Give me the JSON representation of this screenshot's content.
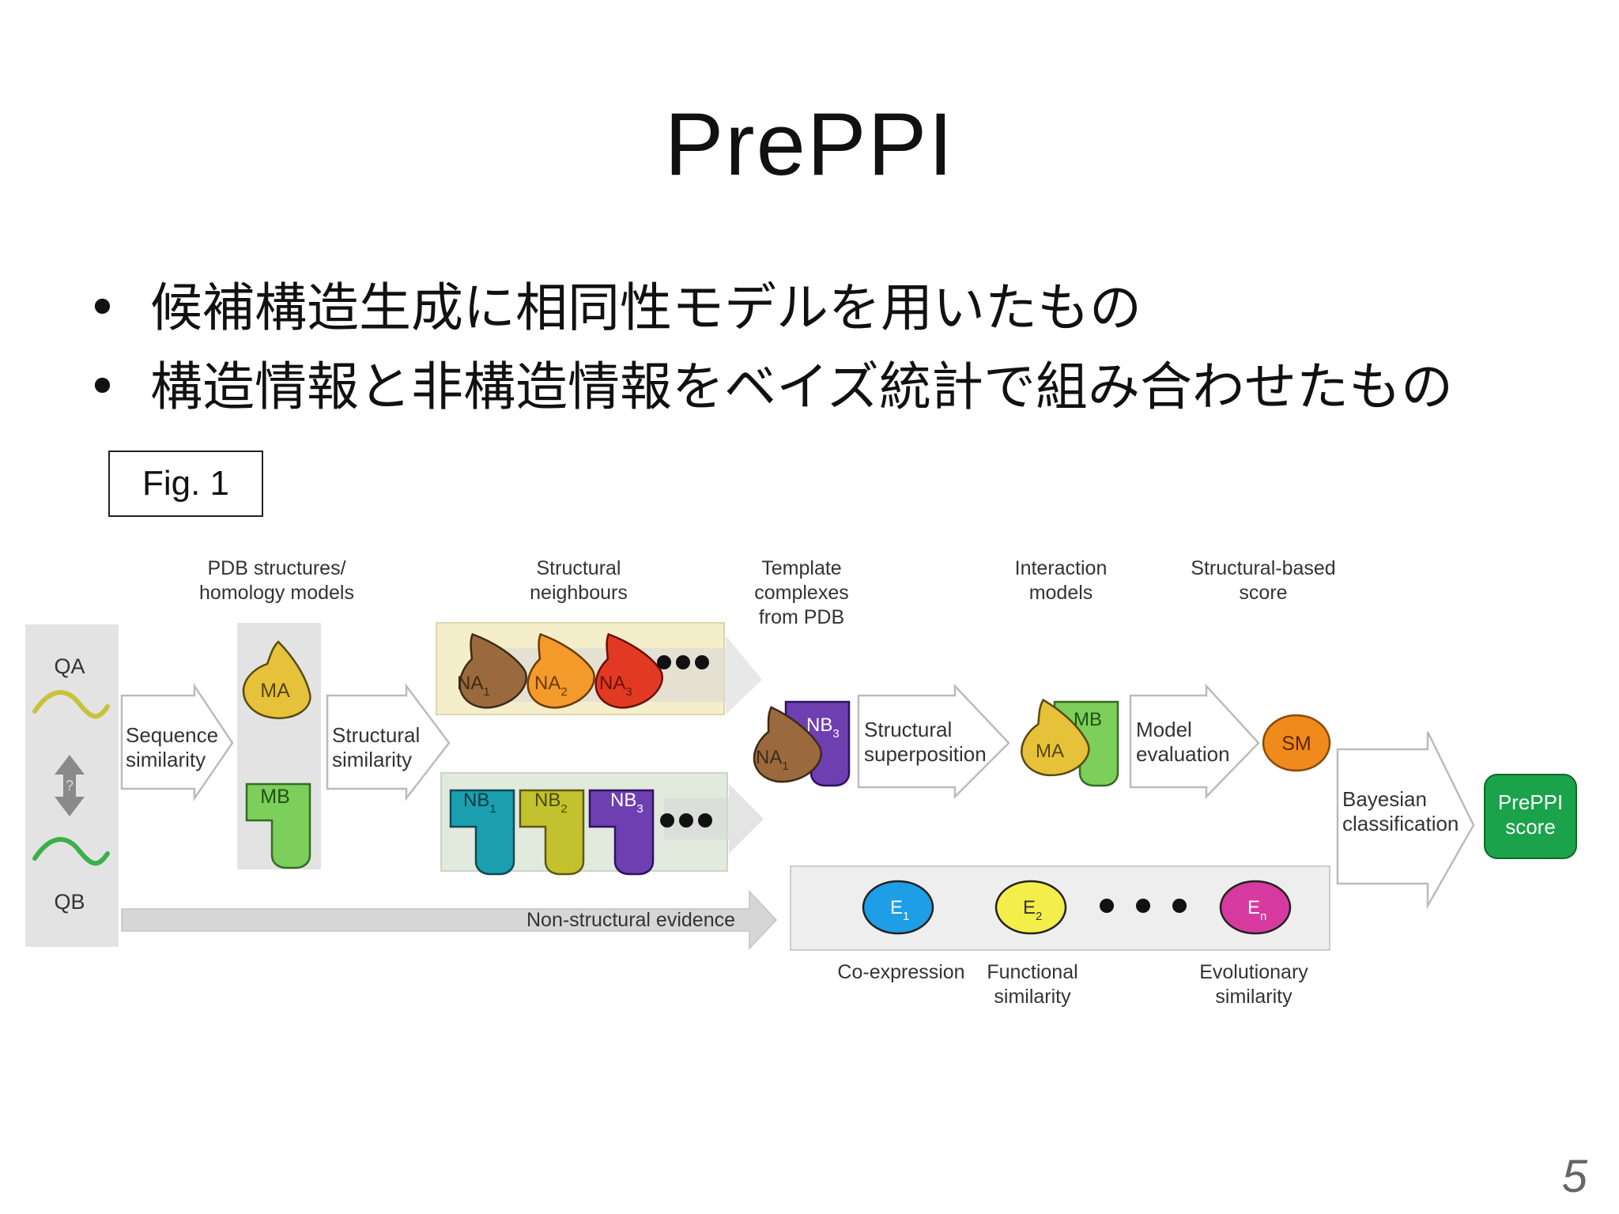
{
  "slide": {
    "title": "PrePPI",
    "bullets": [
      "候補構造生成に相同性モデルを用いたもの",
      "構造情報と非構造情報をベイズ統計で組み合わせたもの"
    ],
    "fig_label": "Fig. 1",
    "page_number": "5"
  },
  "diagram": {
    "headers": {
      "pdb": [
        "PDB structures/",
        "homology models"
      ],
      "neighbours": [
        "Structural",
        "neighbours"
      ],
      "templates": [
        "Template",
        "complexes",
        "from PDB"
      ],
      "interaction": [
        "Interaction",
        "models"
      ],
      "struct_score": [
        "Structural-based",
        "score"
      ]
    },
    "query": {
      "qa": "QA",
      "qb": "QB",
      "question": "?"
    },
    "arrows": {
      "sequence": [
        "Sequence",
        "similarity"
      ],
      "structural": [
        "Structural",
        "similarity"
      ],
      "superposition": [
        "Structural",
        "superposition"
      ],
      "model_eval": [
        "Model",
        "evaluation"
      ],
      "bayesian": [
        "Bayesian",
        "classification"
      ],
      "nonstructural": "Non-structural evidence"
    },
    "proteins": {
      "ma": "MA",
      "mb": "MB",
      "na": [
        "NA",
        "NA",
        "NA"
      ],
      "nb": [
        "NB",
        "NB",
        "NB"
      ],
      "subscripts": [
        "1",
        "2",
        "3"
      ],
      "sm": "SM"
    },
    "result": [
      "PrePPI",
      "score"
    ],
    "evidence": {
      "items": [
        {
          "letter": "E",
          "sub": "1",
          "color": "#1e9ee6"
        },
        {
          "letter": "E",
          "sub": "2",
          "color": "#f4ee4a"
        },
        {
          "letter": "E",
          "sub": "n",
          "color": "#d63a9e"
        }
      ],
      "labels": {
        "coexp": "Co-expression",
        "functional": [
          "Functional",
          "similarity"
        ],
        "evolutionary": [
          "Evolutionary",
          "similarity"
        ]
      }
    },
    "colors": {
      "ma": "#e6c23a",
      "mb": "#7ccf5a",
      "na": [
        "#9a6a3e",
        "#f39a2a",
        "#e23a22"
      ],
      "nb": [
        "#1b9fae",
        "#c3c22e",
        "#6e3fb0"
      ],
      "sm": "#f08a1c",
      "preppi": "#1aa34a"
    }
  }
}
